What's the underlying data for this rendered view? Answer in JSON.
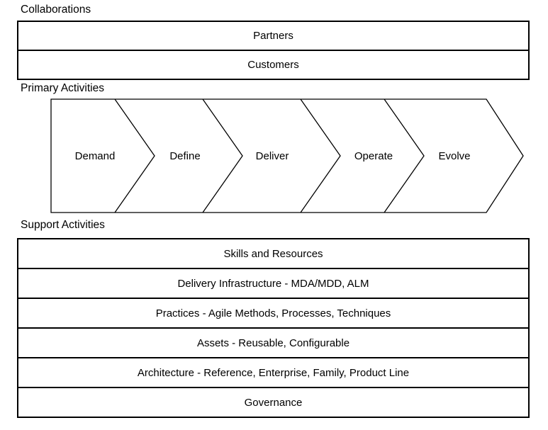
{
  "collaborations": {
    "label": "Collaborations",
    "rows": [
      "Partners",
      "Customers"
    ]
  },
  "primary_activities": {
    "label": "Primary Activities",
    "stages": [
      "Demand",
      "Define",
      "Deliver",
      "Operate",
      "Evolve"
    ]
  },
  "support_activities": {
    "label": "Support Activities",
    "rows": [
      "Skills and Resources",
      "Delivery Infrastructure - MDA/MDD, ALM",
      "Practices - Agile Methods, Processes, Techniques",
      "Assets - Reusable, Configurable",
      "Architecture - Reference, Enterprise, Family, Product Line",
      "Governance"
    ]
  },
  "colors": {
    "background": "#ffffff",
    "line": "#000000",
    "text": "#000000"
  }
}
